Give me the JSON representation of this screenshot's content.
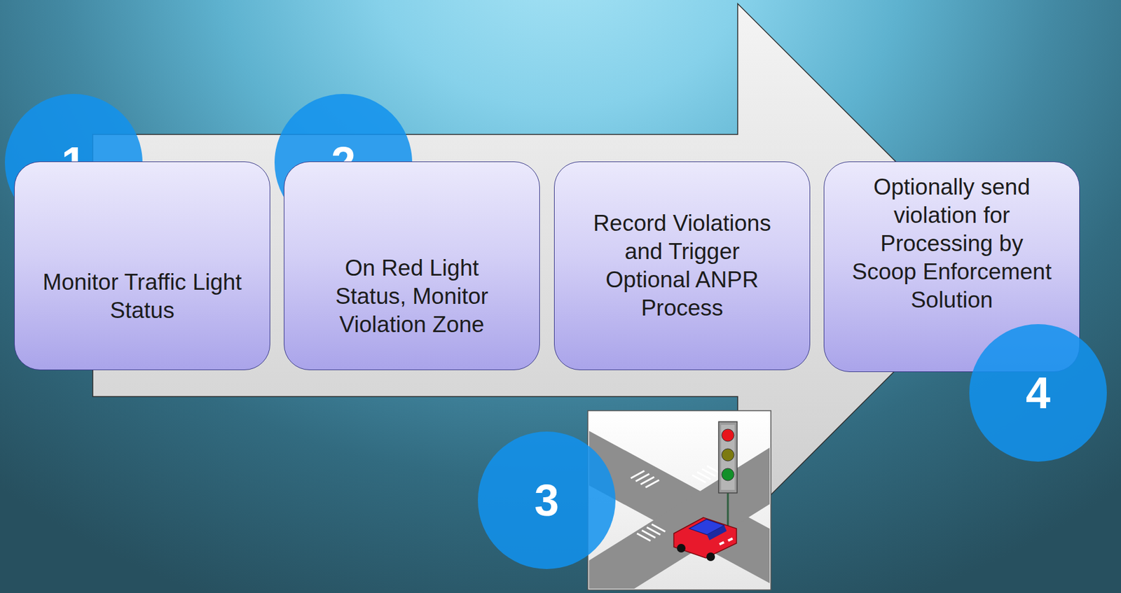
{
  "diagram": {
    "nodes": [
      {
        "text": [
          "1"
        ]
      },
      {
        "text": [
          "Monitor Traffic Light Status"
        ]
      },
      {
        "text": [
          "2"
        ]
      },
      {
        "text": [
          "On Red Light Status, Monitor Violation Zone"
        ]
      },
      {
        "text": [
          "Record Violations and Trigger Optional ANPR Process"
        ]
      },
      {
        "text": [
          "Optionally send violation for Processing by Scoop Enforcement Solution"
        ]
      },
      {
        "text": [
          "3"
        ]
      },
      {
        "text": [
          "4"
        ]
      }
    ]
  }
}
